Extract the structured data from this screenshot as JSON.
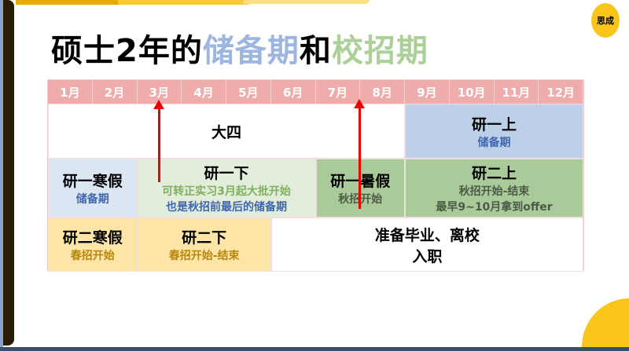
{
  "logo": "思成",
  "title": {
    "part1": "硕士2年的",
    "part2": "储备期",
    "part3": "和",
    "part4": "校招期"
  },
  "months": [
    "1月",
    "2月",
    "3月",
    "4月",
    "5月",
    "6月",
    "7月",
    "8月",
    "9月",
    "10月",
    "11月",
    "12月"
  ],
  "cells": {
    "senior": {
      "title": "大四"
    },
    "y1_fall": {
      "title": "研一上",
      "sub": "储备期"
    },
    "y1_winter": {
      "title": "研一寒假",
      "sub": "储备期"
    },
    "y1_spring": {
      "title": "研一下",
      "sub1": "可转正实习3月起大批开始",
      "sub2": "也是秋招前最后的储备期"
    },
    "y1_summer": {
      "title": "研一暑假",
      "sub": "秋招开始"
    },
    "y2_fall": {
      "title": "研二上",
      "sub1": "秋招开始-结束",
      "sub2": "最早9~10月拿到offer"
    },
    "y2_winter": {
      "title": "研二寒假",
      "sub": "春招开始"
    },
    "y2_spring": {
      "title": "研二下",
      "sub": "春招开始-结束"
    },
    "graduate": {
      "line1": "准备毕业、离校",
      "line2": "入职"
    }
  },
  "colors": {
    "header": "#f0abab",
    "blue": "#bdd0ea",
    "lightblue": "#dce6f2",
    "lightgreen": "#e2eedb",
    "green": "#a9cb9a",
    "yellow": "#fde5a8",
    "arrow": "#ee0000"
  }
}
